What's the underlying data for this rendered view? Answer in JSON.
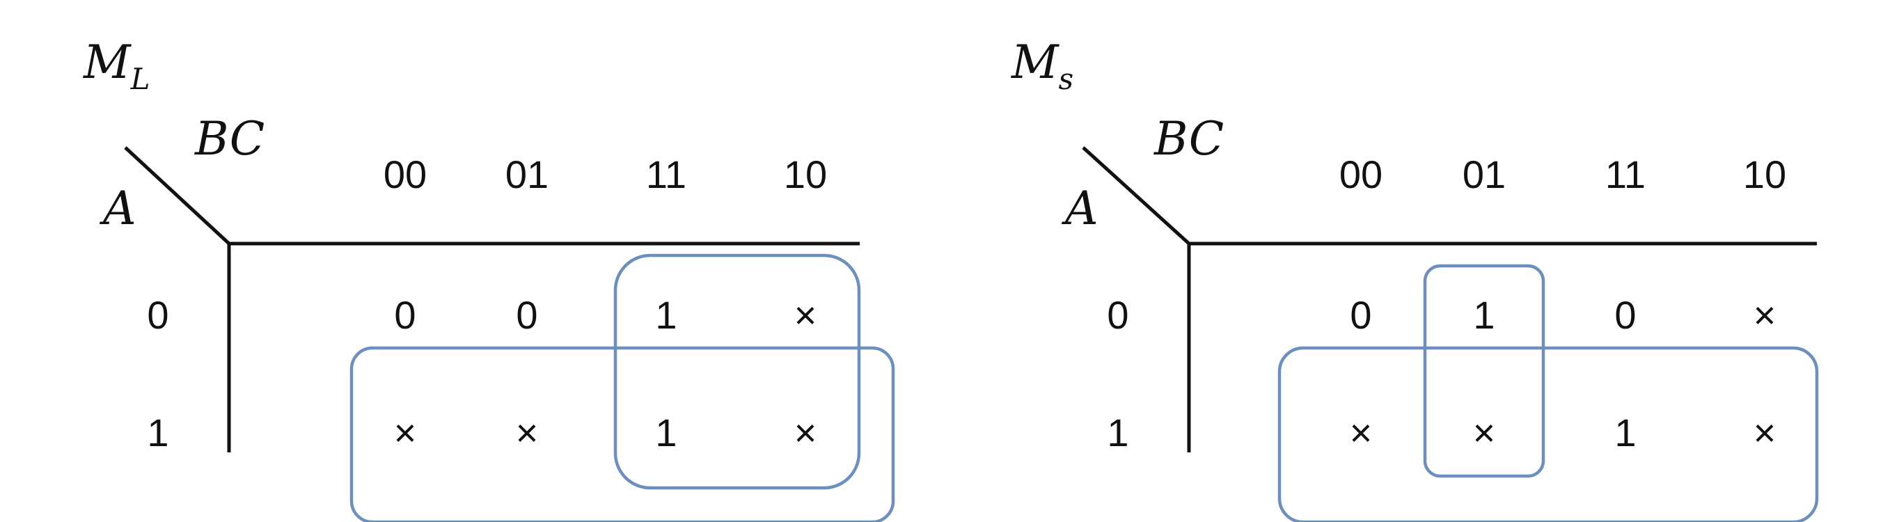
{
  "maps": [
    {
      "name_main": "M",
      "name_sub": "L",
      "col_var": "BC",
      "row_var": "A",
      "col_labels": [
        "00",
        "01",
        "11",
        "10"
      ],
      "row_labels": [
        "0",
        "1"
      ],
      "cells": [
        [
          "0",
          "0",
          "1",
          "×"
        ],
        [
          "×",
          "×",
          "1",
          "×"
        ]
      ],
      "groups": [
        {
          "rows": [
            0,
            1
          ],
          "cols": [
            2,
            3
          ]
        },
        {
          "rows": [
            1,
            1
          ],
          "cols": [
            0,
            3
          ]
        }
      ]
    },
    {
      "name_main": "M",
      "name_sub": "s",
      "col_var": "BC",
      "row_var": "A",
      "col_labels": [
        "00",
        "01",
        "11",
        "10"
      ],
      "row_labels": [
        "0",
        "1"
      ],
      "cells": [
        [
          "0",
          "1",
          "0",
          "×"
        ],
        [
          "×",
          "×",
          "1",
          "×"
        ]
      ],
      "groups": [
        {
          "rows": [
            0,
            1
          ],
          "cols": [
            1,
            1
          ]
        },
        {
          "rows": [
            1,
            1
          ],
          "cols": [
            0,
            3
          ]
        }
      ]
    }
  ],
  "group_color": "#6d8fbf"
}
